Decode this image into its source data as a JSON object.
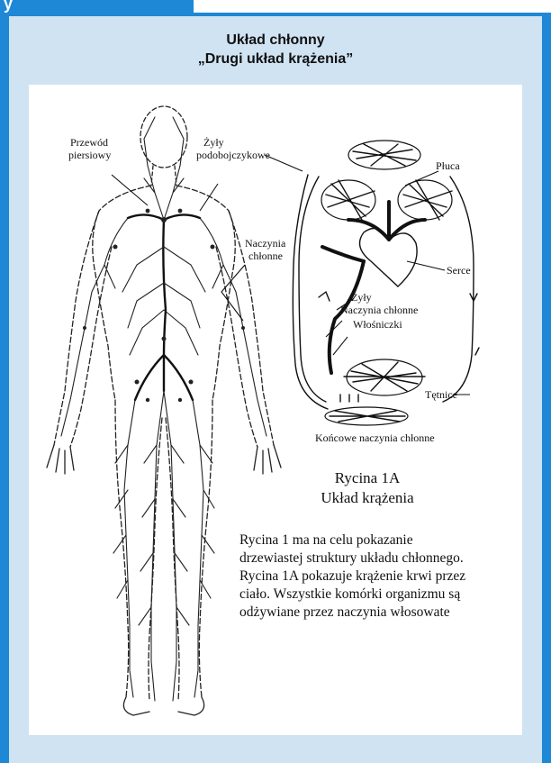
{
  "header": {
    "tab_text": "y"
  },
  "title": {
    "line1": "Układ chłonny",
    "line2": "„Drugi układ krążenia”"
  },
  "diagram": {
    "labels": {
      "przewod": [
        "Przewód",
        "piersiowy"
      ],
      "zyly_podobojczykowe": [
        "Żyły",
        "podobojczykowe"
      ],
      "pluca": "Płuca",
      "naczynia_chlonne_left": [
        "Naczynia",
        "chłonne"
      ],
      "serce": "Serce",
      "zyly": "Żyły",
      "naczynia_chlonne": "Naczynia chłonne",
      "wlosniczki": "Włośniczki",
      "tetnice": "Tętnice",
      "koncowe": "Końcowe naczynia chłonne"
    },
    "caption": {
      "line1": "Rycina 1A",
      "line2": "Układ krążenia"
    },
    "description": [
      "Rycina 1 ma na celu pokazanie",
      "drzewiastej struktury układu chłonnego.",
      "Rycina 1A pokazuje krążenie krwi przez",
      "ciało. Wszystkie komórki organizmu są",
      "odżywiane przez naczynia włosowate"
    ]
  }
}
